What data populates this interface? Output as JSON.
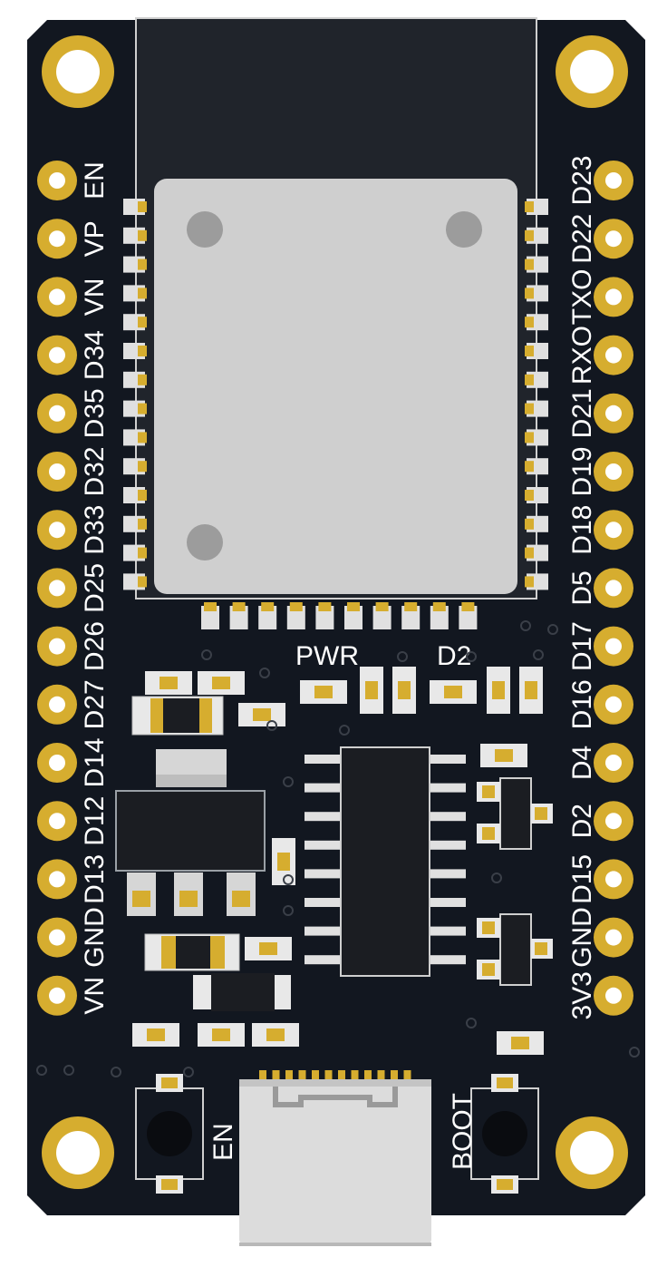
{
  "board": {
    "left_pins": [
      "EN",
      "VP",
      "VN",
      "D34",
      "D35",
      "D32",
      "D33",
      "D25",
      "D26",
      "D27",
      "D14",
      "D12",
      "D13",
      "GND",
      "VN"
    ],
    "right_pins": [
      "D23",
      "D22",
      "TXO",
      "RXO",
      "D21",
      "D19",
      "D18",
      "D5",
      "D17",
      "D16",
      "D4",
      "D2",
      "D15",
      "GND",
      "3V3"
    ],
    "silk": {
      "pwr": "PWR",
      "d2": "D2",
      "en_button": "EN",
      "boot_button": "BOOT"
    },
    "colors": {
      "pcb": "#121720",
      "pad_gold": "#d6ad2f",
      "module_shield": "#cfcfcf",
      "module_antenna": "#20242b",
      "chip": "#1b1d22",
      "usb_metal": "#dcdcdc"
    }
  }
}
